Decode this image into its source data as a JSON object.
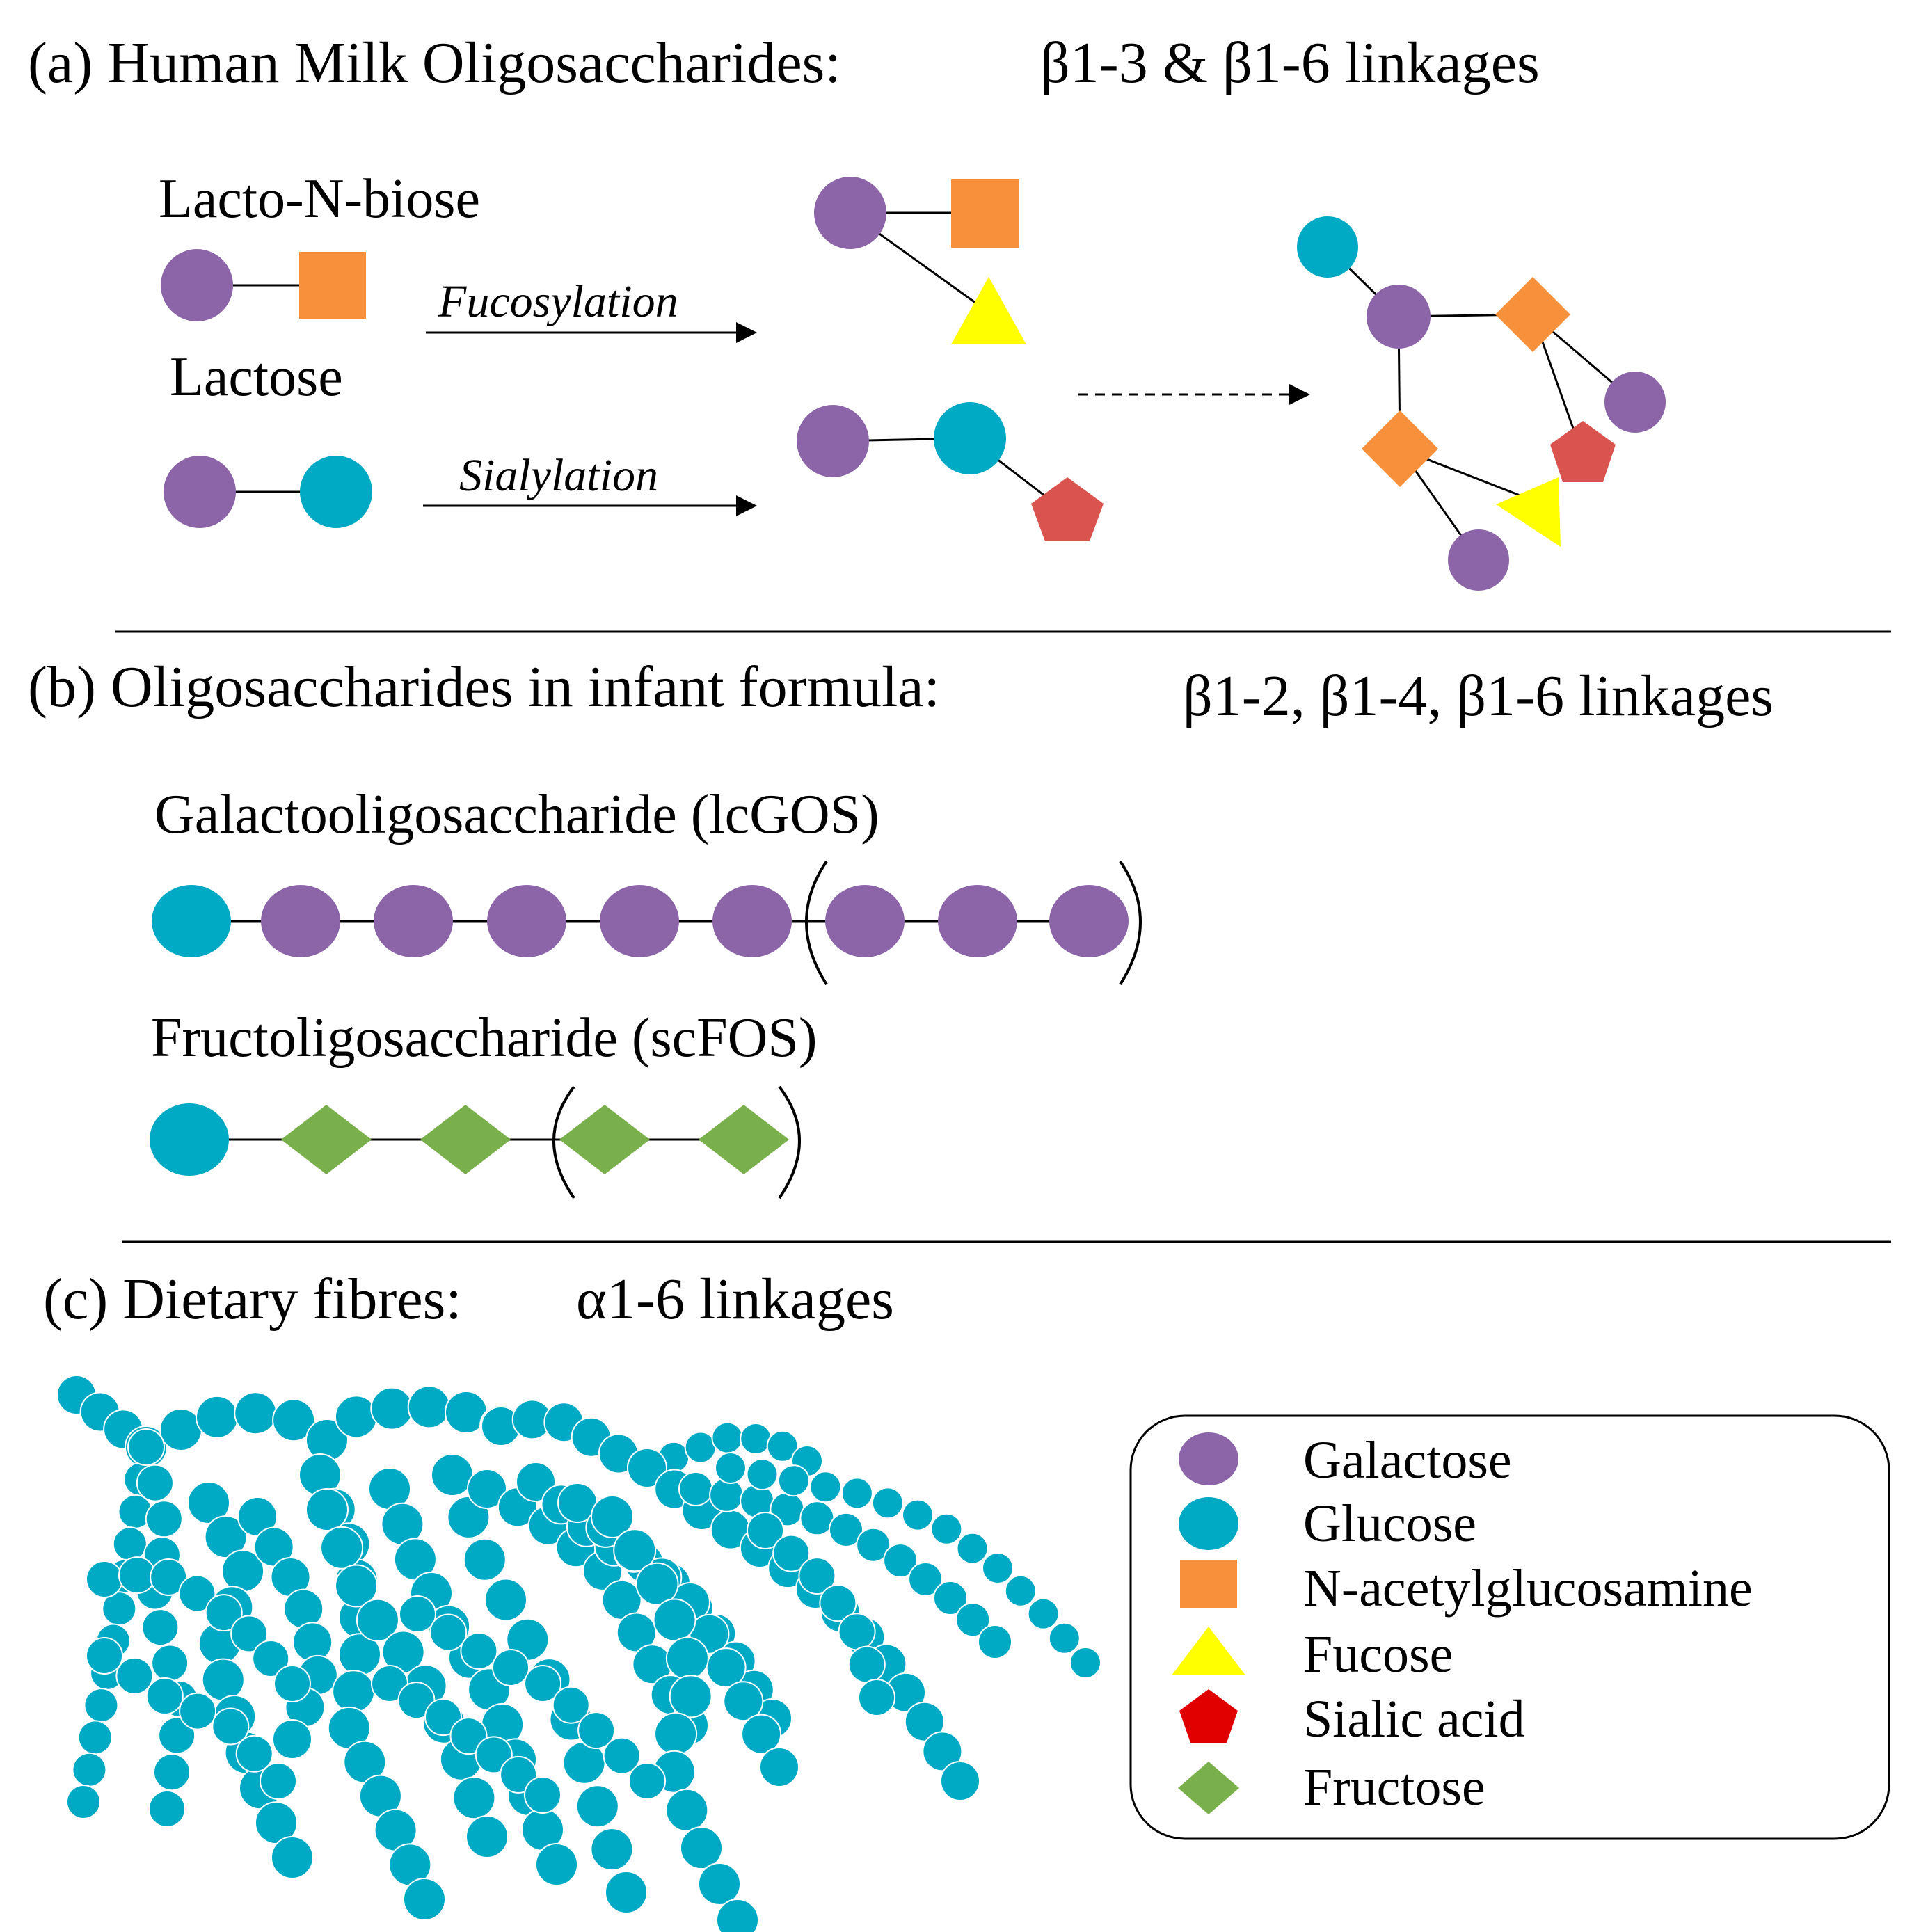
{
  "colors": {
    "galactose": "#8b65a8",
    "glucose": "#00aac4",
    "nacetylglucosamine": "#f7903a",
    "fucose": "#ffff00",
    "sialic_acid": "#d9534f",
    "sialic_acid_legend": "#e00000",
    "fructose": "#7ab04b",
    "line": "#000000"
  },
  "panel_a": {
    "title": "(a) Human Milk Oligosaccharides:",
    "linkages": "β1-3 & β1-6 linkages",
    "lacto_n_biose": "Lacto-N-biose",
    "lactose": "Lactose",
    "fucosylation": "Fucosylation",
    "sialylation": "Sialylation"
  },
  "panel_b": {
    "title": "(b) Oligosaccharides in infant formula:",
    "linkages": "β1-2, β1-4, β1-6 linkages",
    "gos_label": "Galactooligosaccharide (lcGOS)",
    "fos_label": "Fructoligosaccharide (scFOS)"
  },
  "panel_c": {
    "title": "(c) Dietary fibres:",
    "linkages": "α1-6 linkages"
  },
  "legend": {
    "items": [
      {
        "shape": "circle",
        "color_key": "galactose",
        "label": "Galactose"
      },
      {
        "shape": "circle",
        "color_key": "glucose",
        "label": "Glucose"
      },
      {
        "shape": "square",
        "color_key": "nacetylglucosamine",
        "label": "N-acetylglucosamine"
      },
      {
        "shape": "triangle",
        "color_key": "fucose",
        "label": "Fucose"
      },
      {
        "shape": "pentagon",
        "color_key": "sialic_acid_legend",
        "label": "Sialic acid"
      },
      {
        "shape": "diamond",
        "color_key": "fructose",
        "label": "Fructose"
      }
    ]
  }
}
